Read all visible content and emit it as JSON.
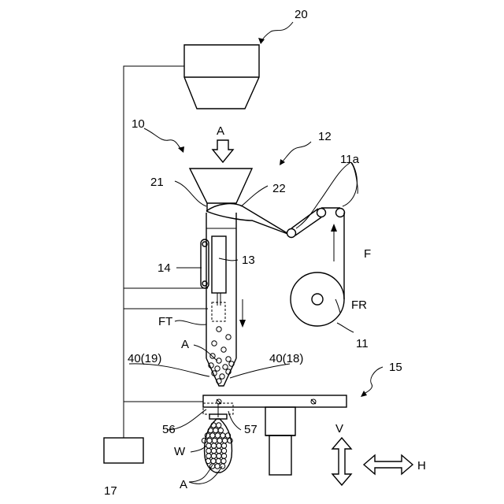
{
  "labels": {
    "hopper_unit": "20",
    "apparatus": "10",
    "product_arrow": "A",
    "film_path": "12",
    "rollers": "11a",
    "hopper": "21",
    "chute": "22",
    "belt_unit": "14",
    "tube_inner": "13",
    "film": "F",
    "film_roll": "FR",
    "film_tube": "FT",
    "product_inside": "A",
    "film_unit": "11",
    "sealer_left": "40(19)",
    "sealer_right": "40(18)",
    "carriage": "15",
    "part_56": "56",
    "part_57": "57",
    "vertical": "V",
    "horizontal": "H",
    "bag": "W",
    "product_bag": "A",
    "controller": "17"
  }
}
